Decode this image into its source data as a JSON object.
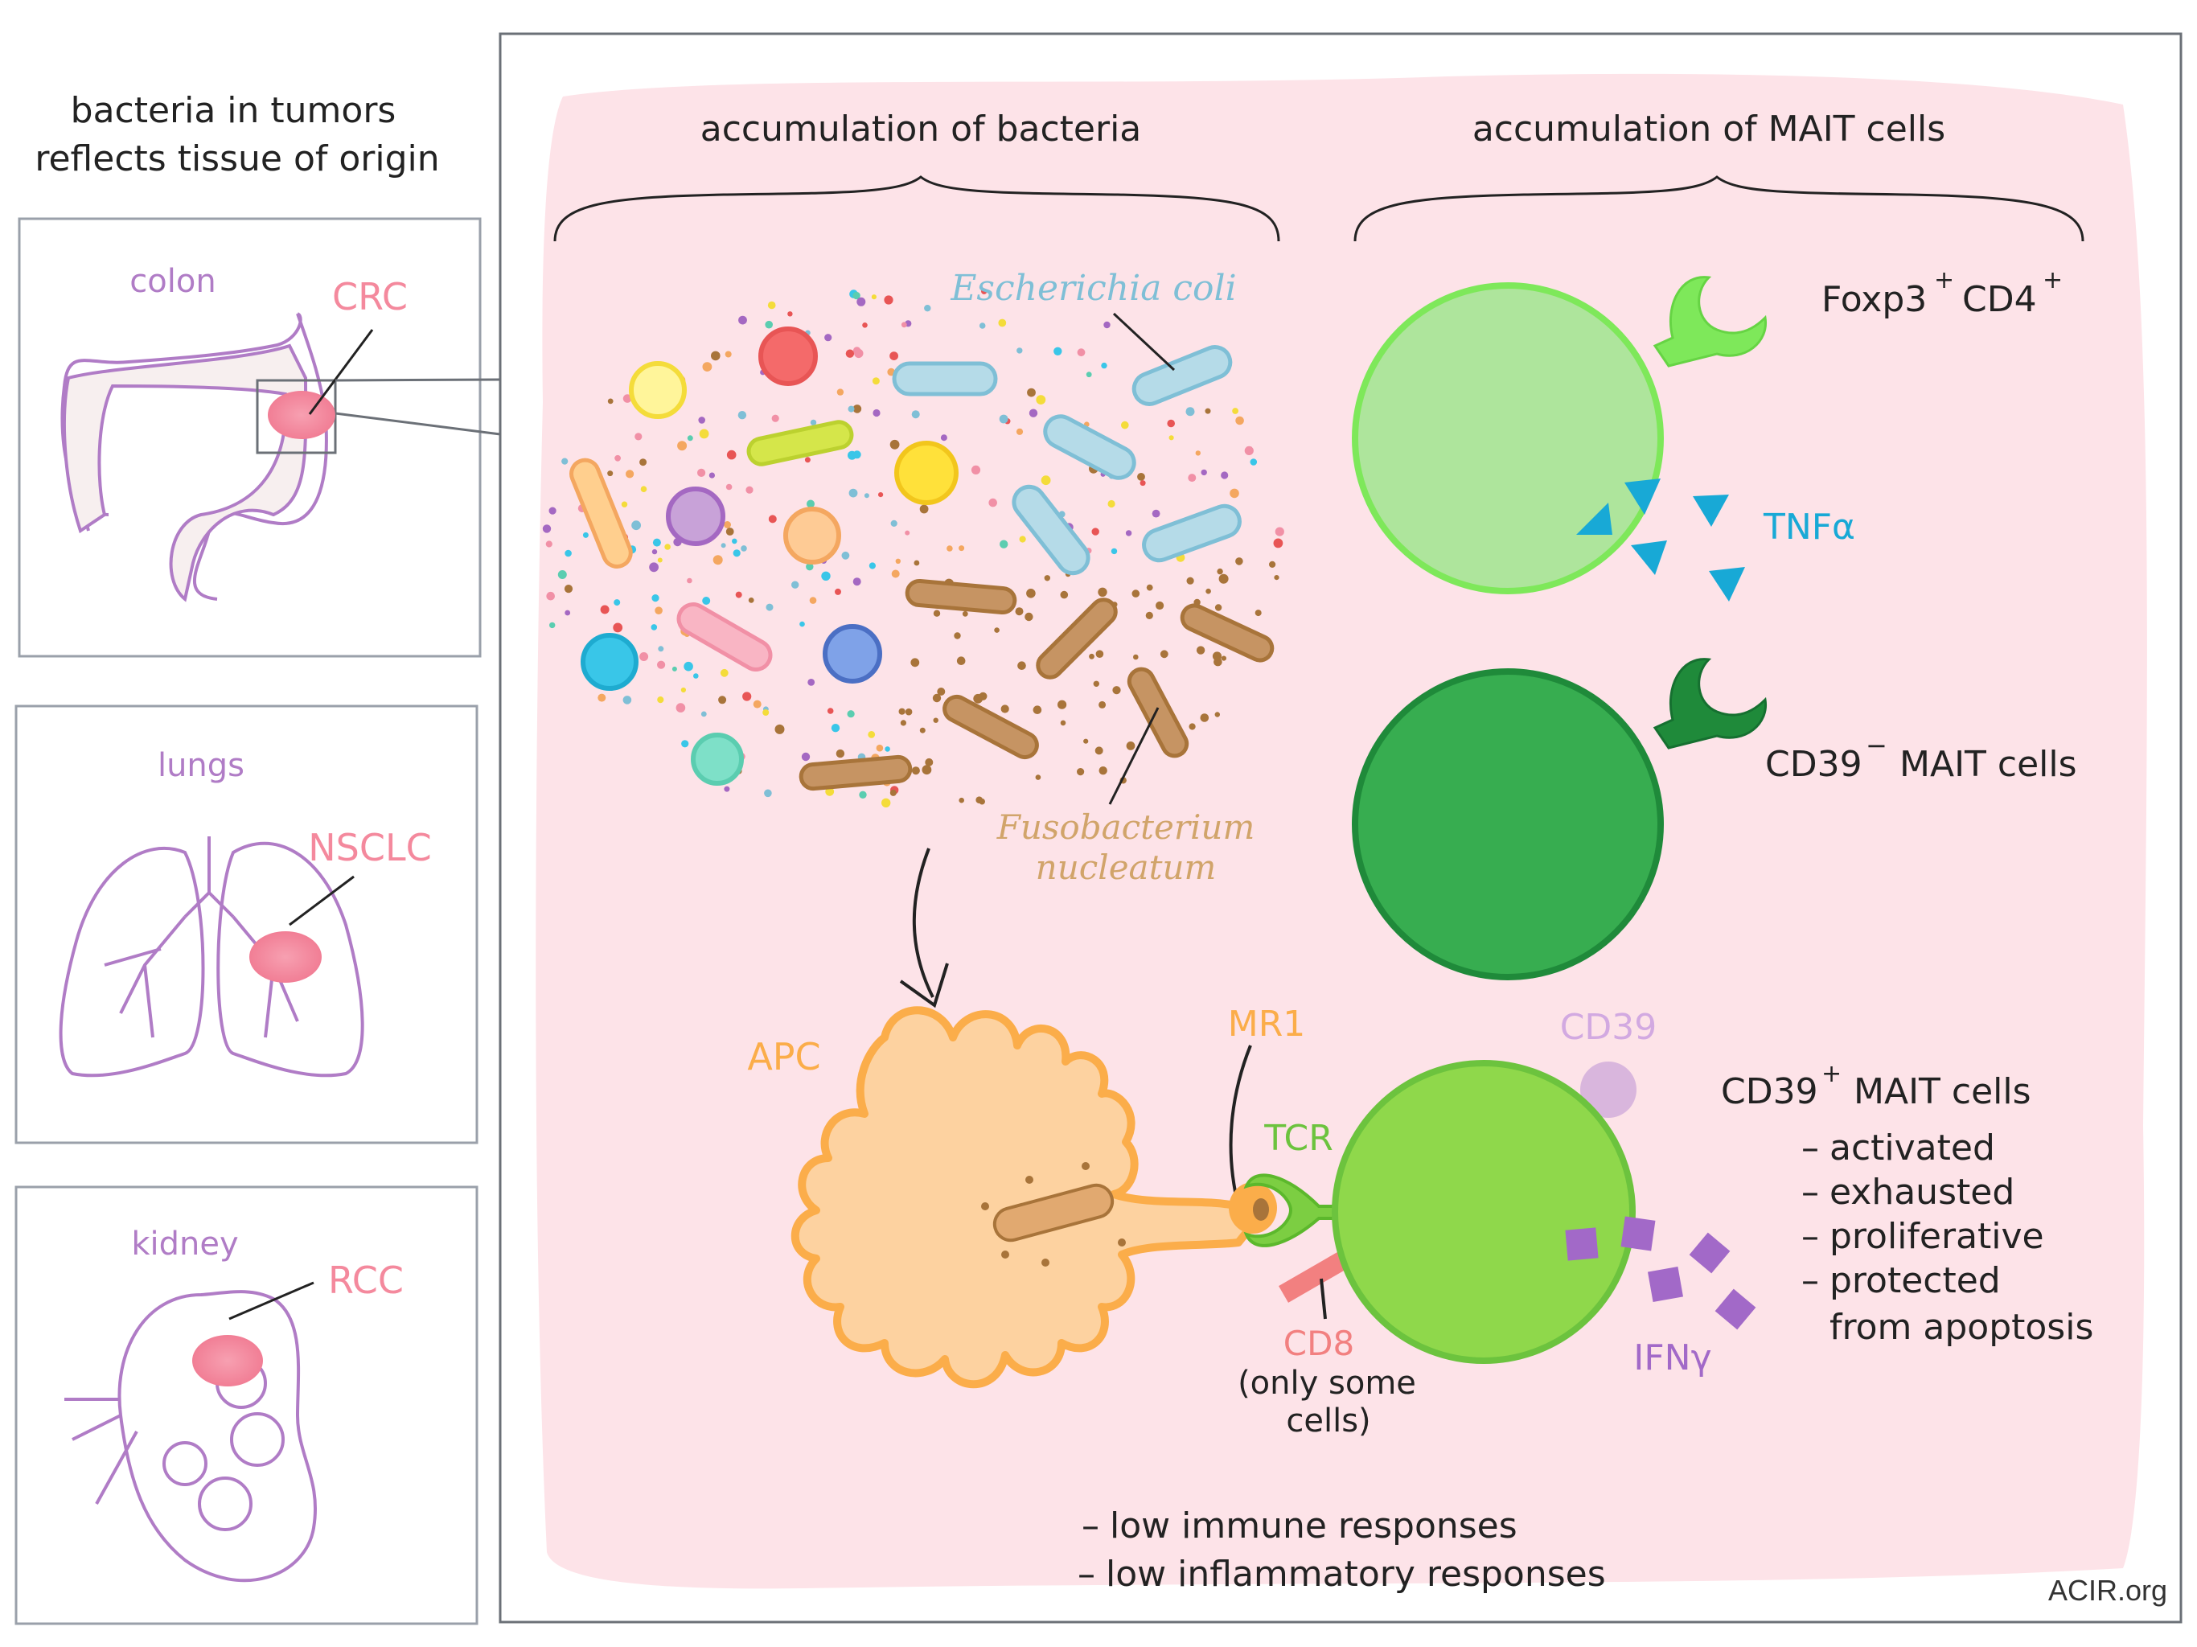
{
  "left_title": [
    "bacteria in tumors",
    "reflects tissue of origin"
  ],
  "organs": {
    "colon": {
      "label": "colon",
      "tumor": "CRC"
    },
    "lungs": {
      "label": "lungs",
      "tumor": "NSCLC"
    },
    "kidney": {
      "label": "kidney",
      "tumor": "RCC"
    }
  },
  "main": {
    "bacteria_header": "accumulation of bacteria",
    "mait_header": "accumulation of MAIT cells",
    "ecoli": "Escherichia coli",
    "fuso": [
      "Fusobacterium",
      "nucleatum"
    ],
    "apc": "APC",
    "mr1": "MR1",
    "tcr": "TCR",
    "cd8": "CD8",
    "cd8_note": [
      "(only some",
      "cells)"
    ],
    "cd39_marker": "CD39",
    "ifn": "IFNγ",
    "tnf": "TNFα",
    "treg_label": {
      "a": "Foxp3",
      "a_sup": "+",
      "b": "CD4",
      "b_sup": "+"
    },
    "cd39neg_label": {
      "a": "CD39",
      "a_sup": "−",
      "b": "MAIT cells"
    },
    "cd39pos_label": {
      "a": "CD39",
      "a_sup": "+",
      "b": "MAIT cells"
    },
    "cd39pos_traits": [
      "activated",
      "exhausted",
      "proliferative",
      "protected"
    ],
    "cd39pos_trait_cont": "from apoptosis",
    "responses": [
      "low immune  responses",
      "low inflammatory  responses"
    ],
    "credit": "ACIR.org"
  },
  "colors": {
    "organ_purple": "#b07cc6",
    "tumor_pink": "#f4899d",
    "panel_pink": "#fde3e8",
    "ecoli_blue": "#7fbfd6",
    "fuso_brown": "#a8743a",
    "apc_orange": "#fcc88a",
    "tnf_cyan": "#18a9d6",
    "ifn_purple": "#a269c8",
    "treg_green": "#aee59c",
    "mait_dark_green": "#37ad50",
    "mait_lime": "#8fd84b"
  }
}
